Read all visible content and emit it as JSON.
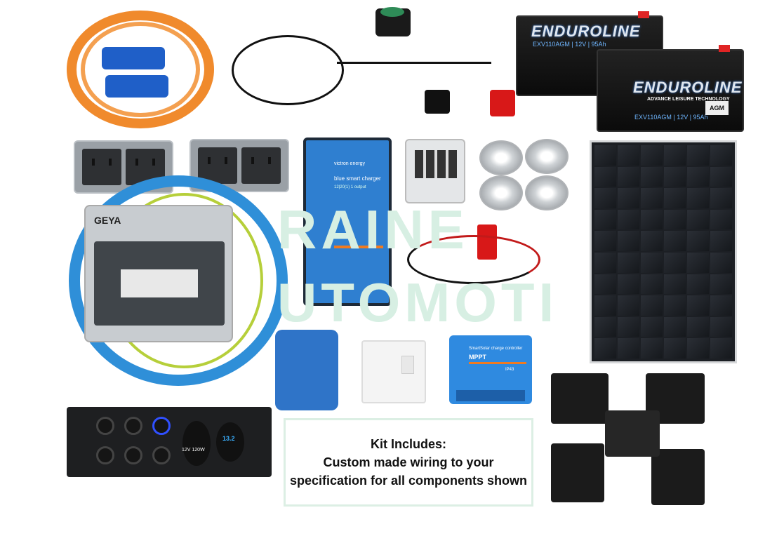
{
  "watermark": {
    "line1": "RAINE",
    "line2": "UTOMOTI"
  },
  "batteries": {
    "brand": "ENDUROLINE",
    "tagline": "ADVANCE LEISURE TECHNOLOGY",
    "spec": "EXV110AGM | 12V | 95Ah",
    "type": "AGM"
  },
  "consumer_unit": {
    "brand": "GEYA"
  },
  "charger": {
    "brand": "victron energy",
    "model": "blue smart charger",
    "rating": "12|20(1) 1 output"
  },
  "mppt": {
    "model": "SmartSolar charge controller",
    "type": "MPPT",
    "ip": "IP43"
  },
  "switch_panel": {
    "socket_label": "12V 120W",
    "voltmeter": "13.2"
  },
  "kit_box": {
    "line1": "Kit Includes:",
    "line2": "Custom made wiring to your",
    "line3": "specification for all components shown"
  },
  "colors": {
    "hookup_cable": "#f08a2c",
    "blue_cable": "#2f8fd8",
    "victron_blue": "#2f7fd0",
    "watermark": "#d7efe3"
  }
}
